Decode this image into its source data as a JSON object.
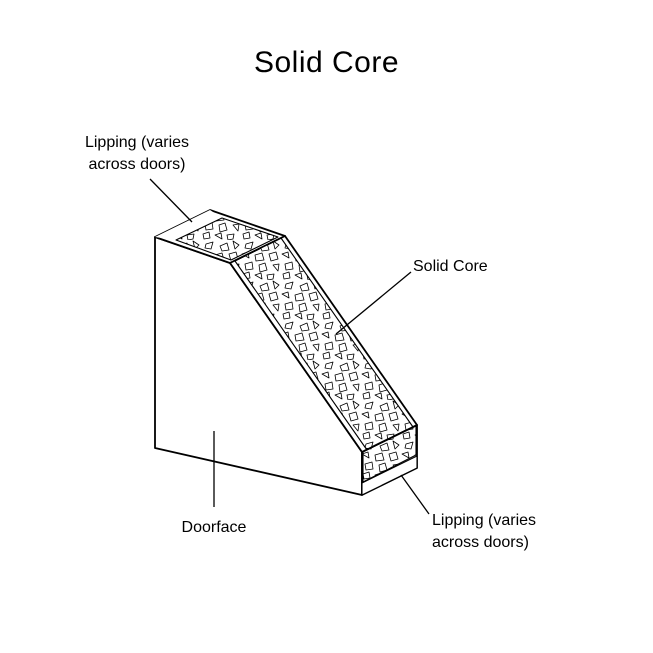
{
  "title": "Solid Core",
  "diagram": {
    "labels": {
      "lipping_top": "Lipping (varies\nacross doors)",
      "solid_core": "Solid Core",
      "doorface": "Doorface",
      "lipping_bottom": "Lipping (varies\nacross doors)"
    }
  },
  "colors": {
    "line": "#000000",
    "background": "#ffffff",
    "core_fill": "#ffffff"
  }
}
